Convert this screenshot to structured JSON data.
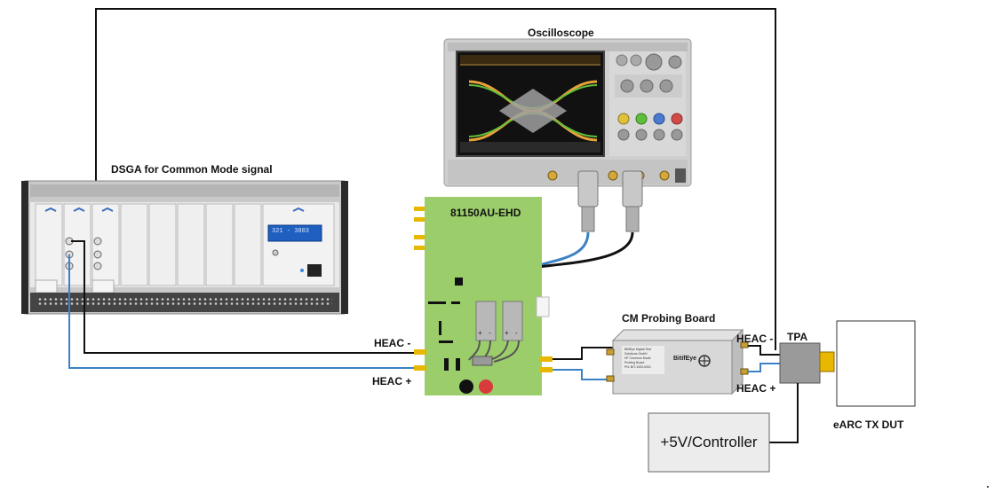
{
  "labels": {
    "oscilloscope": "Oscilloscope",
    "dsga": "DSGA for Common Mode signal",
    "board_81150": "81150AU-EHD",
    "cm_probing_board": "CM Probing Board",
    "heac_minus_left": "HEAC -",
    "heac_plus_left": "HEAC +",
    "heac_minus_right": "HEAC -",
    "heac_plus_right": "HEAC +",
    "tpa": "TPA",
    "power_controller": "+5V/Controller",
    "dut": "eARC TX DUT"
  },
  "cm_board_text": [
    "BitifEye Digital Test",
    "Solutions GmbH",
    "HF Common Mode",
    "Probing Board",
    "PN: BIT-1000-0001"
  ],
  "cm_board_logo": "BitifEye",
  "instrument_display": "321 - 3803",
  "colors": {
    "black_cable": "#111111",
    "blue_cable": "#3b82c4",
    "green_board": "#9ccd6b",
    "gold_connector": "#e8b800",
    "grey_box": "#ececec",
    "tpa_grey": "#9a9a9a"
  },
  "icons": [
    "oscilloscope-icon",
    "signal-generator-icon",
    "probe-icon",
    "sma-connector-icon"
  ]
}
